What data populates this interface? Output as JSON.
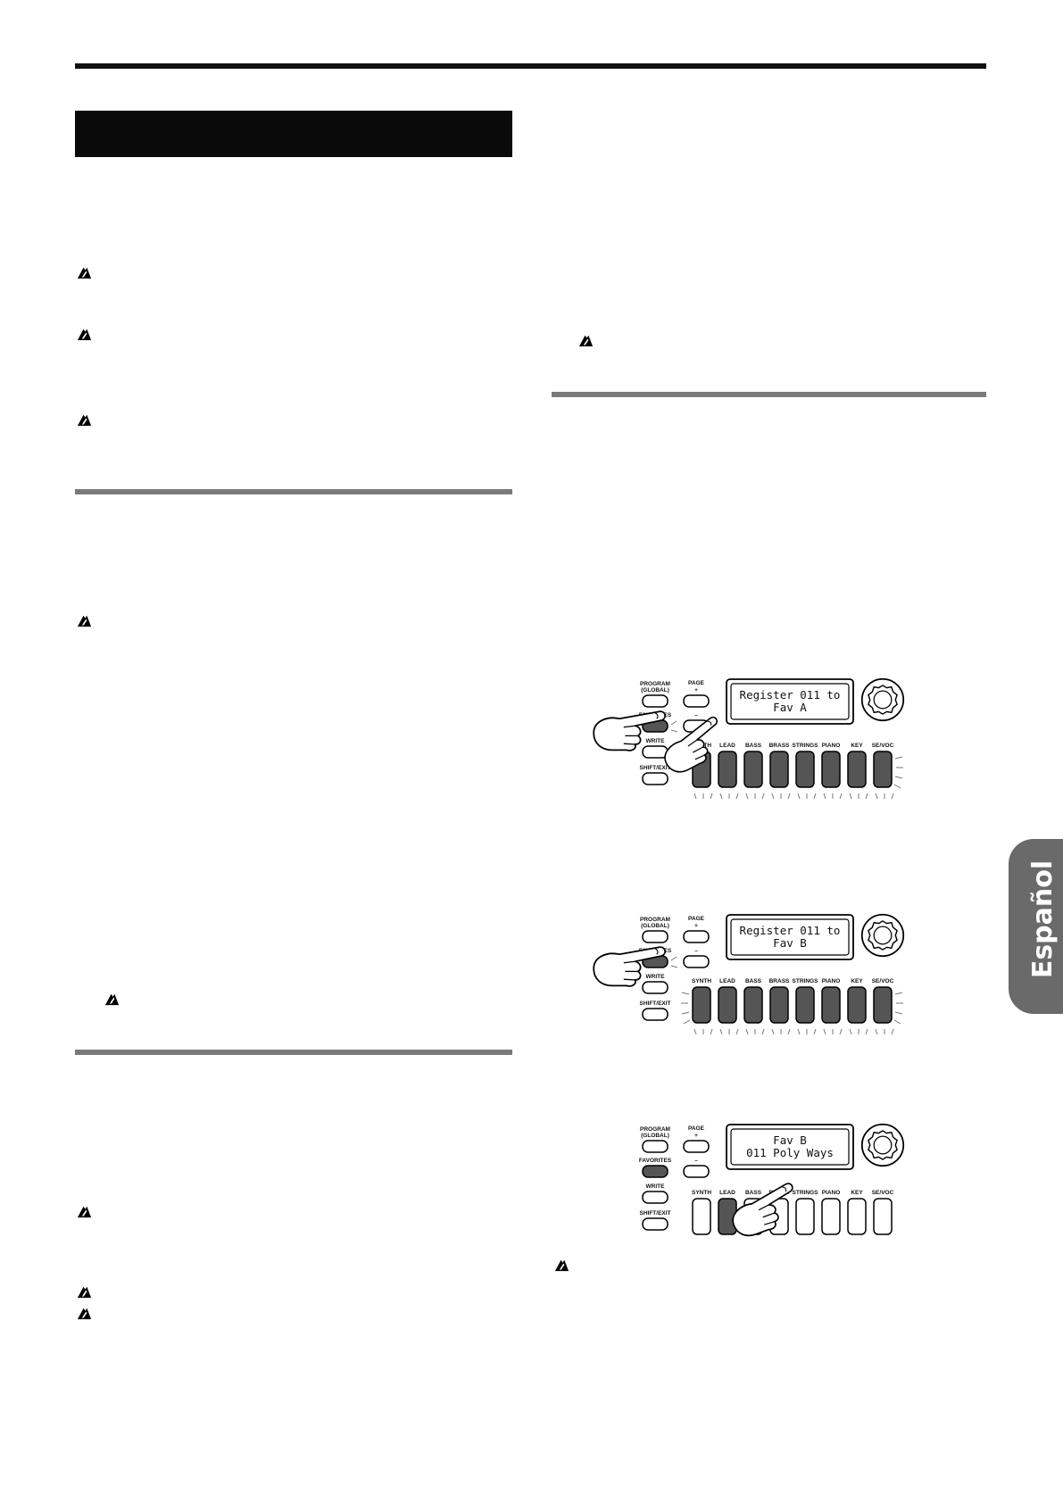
{
  "side_tab": {
    "label": "Español"
  },
  "figures": [
    {
      "lcd_line1": "Register 011 to",
      "lcd_line2": "Fav A"
    },
    {
      "lcd_line1": "Register 011 to",
      "lcd_line2": "Fav B"
    },
    {
      "lcd_line1": "Fav B",
      "lcd_line2": "011 Poly Ways"
    }
  ],
  "panel": {
    "program": "PROGRAM",
    "global": "(GLOBAL)",
    "page": "PAGE",
    "plus": "+",
    "minus": "–",
    "favorites": "FAVORITES",
    "write": "WRITE",
    "shift_exit": "SHIFT/EXIT",
    "categories": [
      "SYNTH",
      "LEAD",
      "BASS",
      "BRASS",
      "STRINGS",
      "PIANO",
      "KEY",
      "SE/VOC"
    ]
  },
  "icons": {
    "note": "note-warning-icon",
    "hand": "pressing-finger-icon",
    "dial": "value-dial-icon"
  }
}
